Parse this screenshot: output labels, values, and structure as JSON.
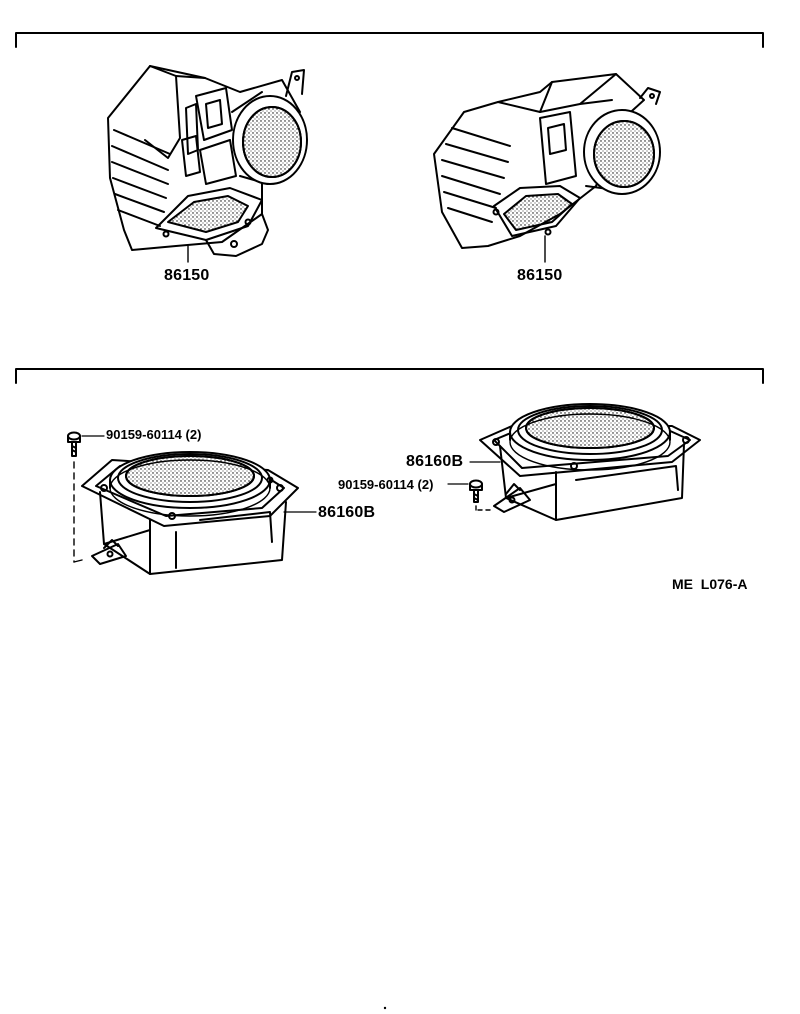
{
  "top_section": {
    "left_unit": {
      "part_number": "86150"
    },
    "right_unit": {
      "part_number": "86150"
    }
  },
  "bottom_section": {
    "left_unit": {
      "part_number": "86160B",
      "screw_label": "90159-60114 (2)"
    },
    "right_unit": {
      "part_number": "86160B",
      "screw_label": "90159-60114 (2)"
    }
  },
  "figure_code": "ME  L076-A"
}
